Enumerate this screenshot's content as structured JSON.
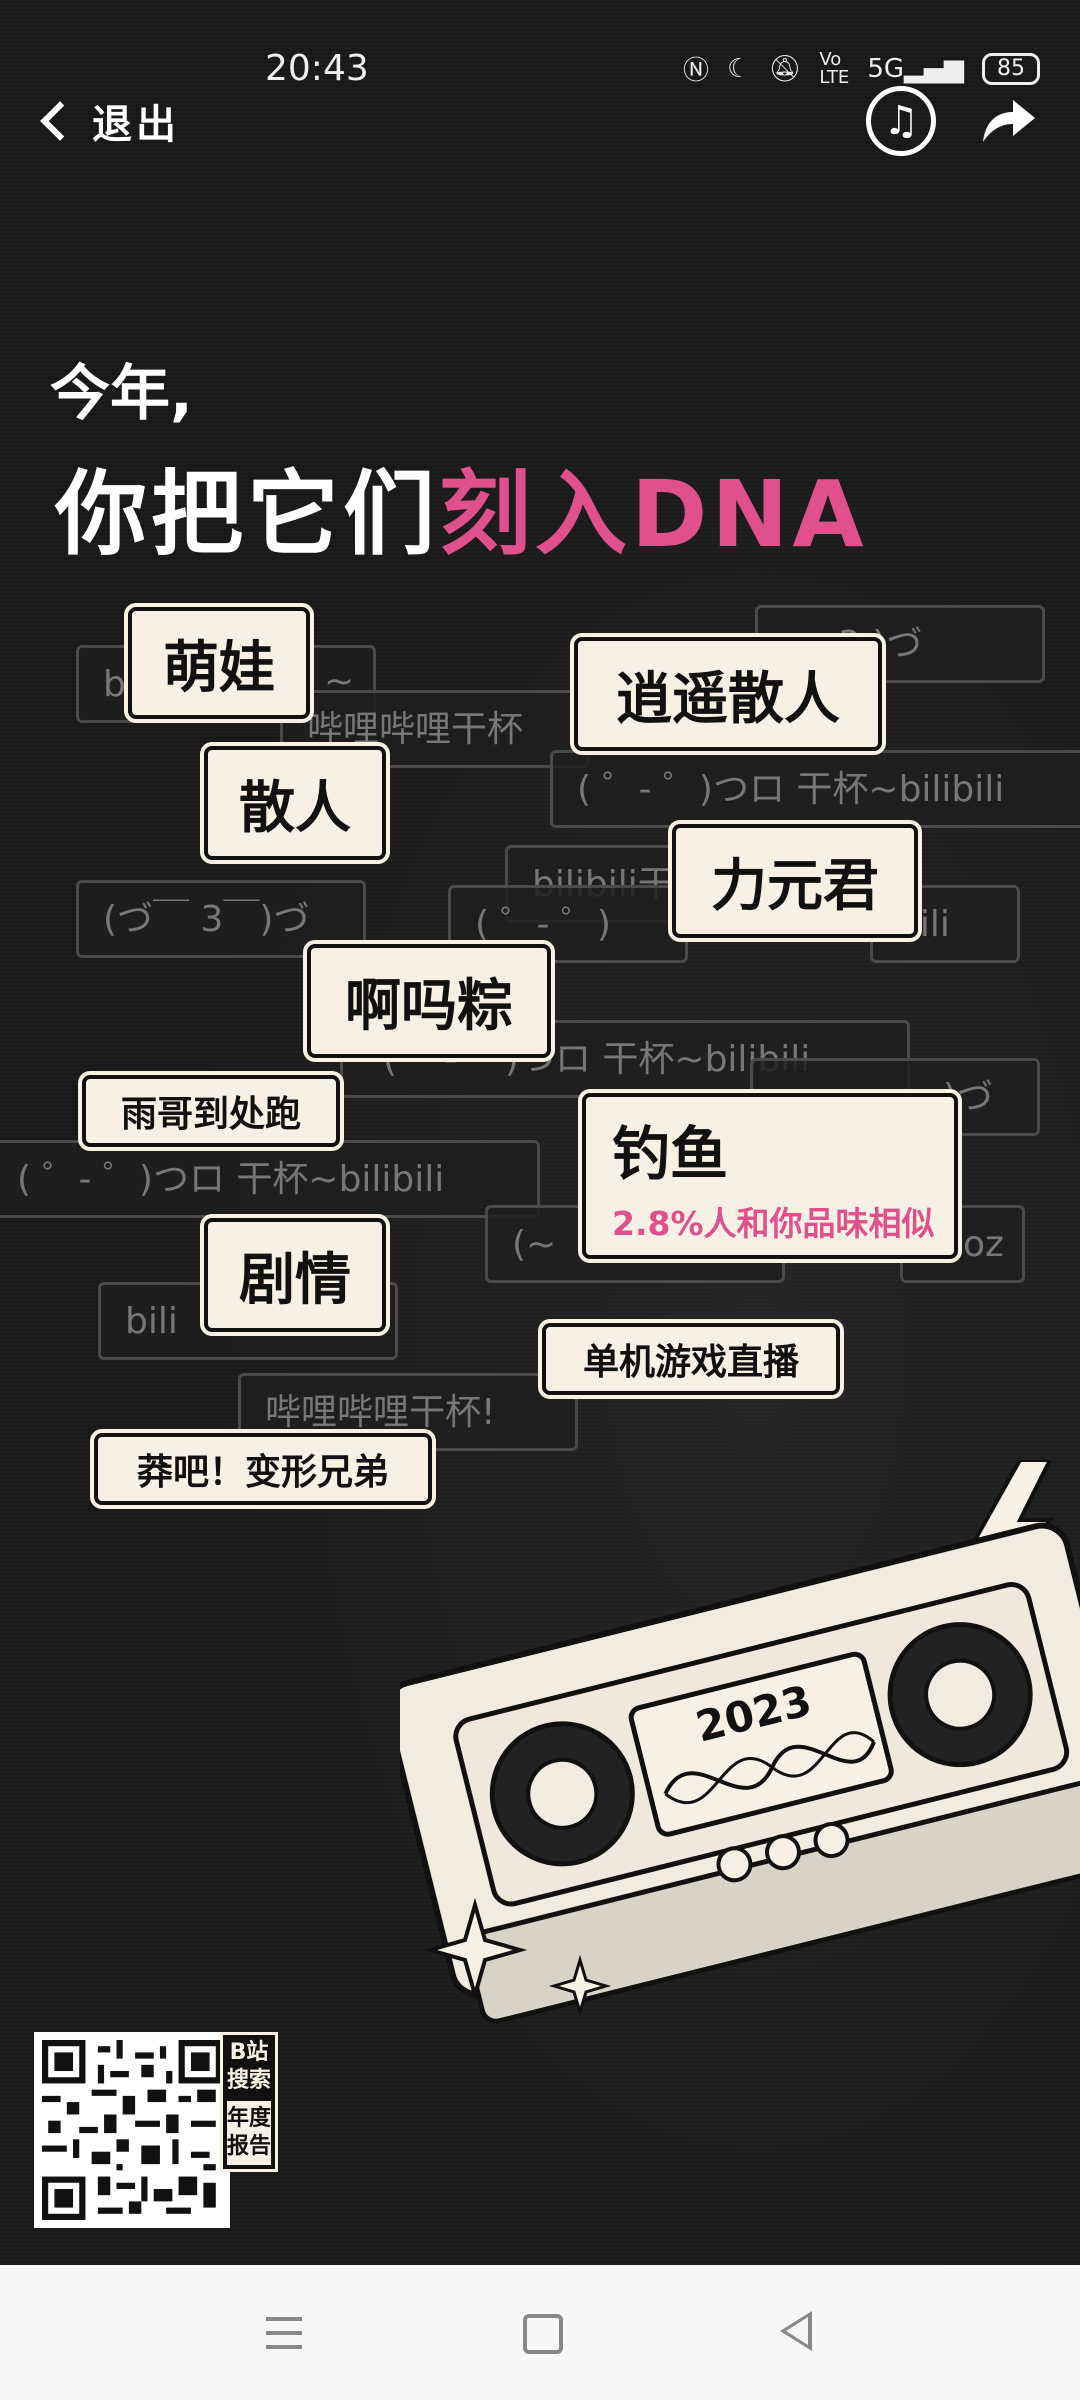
{
  "status_bar": {
    "time": "20:43",
    "icons": [
      "nfc-icon",
      "dnd-moon-icon",
      "mute-icon",
      "volte-icon",
      "5g-signal-icon"
    ],
    "battery": "85"
  },
  "header": {
    "back_label": "退出"
  },
  "heading": {
    "line1": "今年,",
    "line2_white": "你把它们",
    "line2_pink": "刻入DNA"
  },
  "danmaku": [
    "bi",
    "~",
    "哔哩哔哩干杯",
    "3 )づ",
    "( ゜- ゜)つロ 干杯~bilibili",
    "bilibili干",
    "(づ￣ 3￣)づ",
    "( ゜- ゜)",
    "bili",
    "( ゜- ゜)つロ 干杯~bilibili",
    ")づ",
    "( ゜- ゜)つロ 干杯~bilibili",
    "(~",
    "oz",
    "bili",
    "哔哩哔哩干杯!"
  ],
  "tags": {
    "t1": "萌娃",
    "t2": "逍遥散人",
    "t3": "散人",
    "t4": "力元君",
    "t5": "啊吗粽",
    "t6": "雨哥到处跑",
    "t7": "钓鱼",
    "t7_sub": "2.8%人和你品味相似",
    "t8": "剧情",
    "t9": "单机游戏直播",
    "t10": "莽吧！变形兄弟"
  },
  "cassette": {
    "year": "2023"
  },
  "qr_side": {
    "top": "B站搜索",
    "box": "年度报告"
  },
  "colors": {
    "accent_pink": "#e0508a",
    "cream": "#f6f1e4",
    "background": "#181818"
  }
}
